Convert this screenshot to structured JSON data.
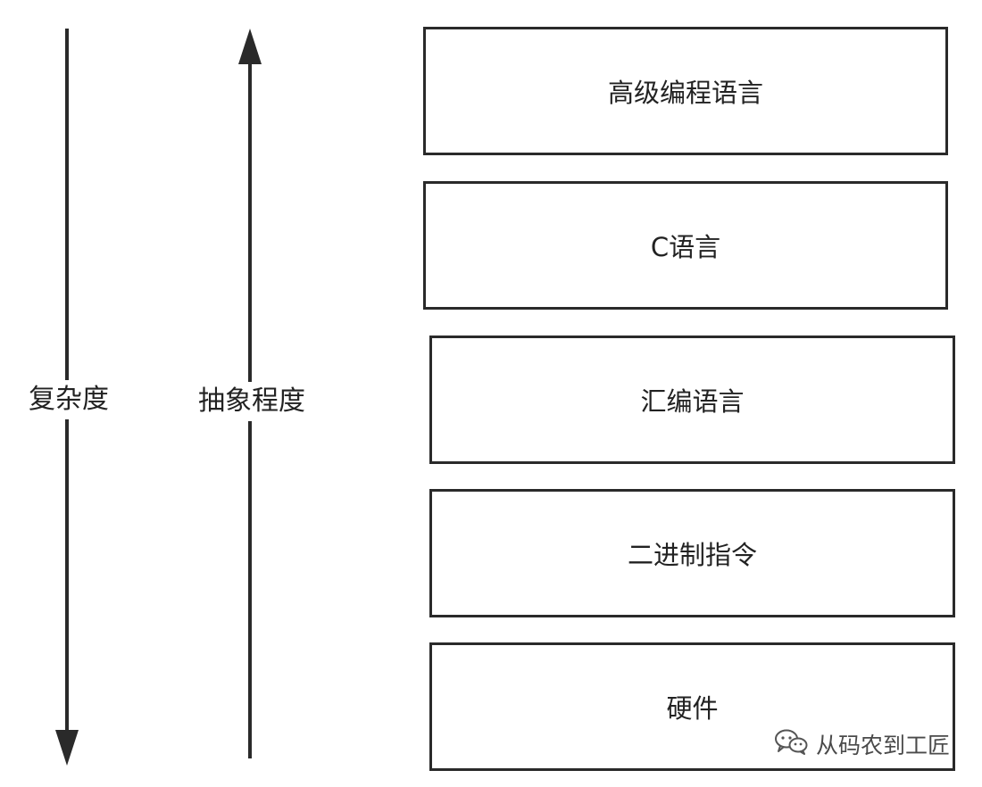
{
  "axes": {
    "complexity": {
      "label": "复杂度",
      "direction": "down"
    },
    "abstraction": {
      "label": "抽象程度",
      "direction": "up"
    }
  },
  "layers": [
    {
      "label": "高级编程语言"
    },
    {
      "label": "C语言"
    },
    {
      "label": "汇编语言"
    },
    {
      "label": "二进制指令"
    },
    {
      "label": "硬件"
    }
  ],
  "watermark": {
    "text": "从码农到工匠",
    "icon": "wechat-icon"
  },
  "colors": {
    "line": "#2a2a2a",
    "text": "#222222",
    "background": "#ffffff"
  }
}
